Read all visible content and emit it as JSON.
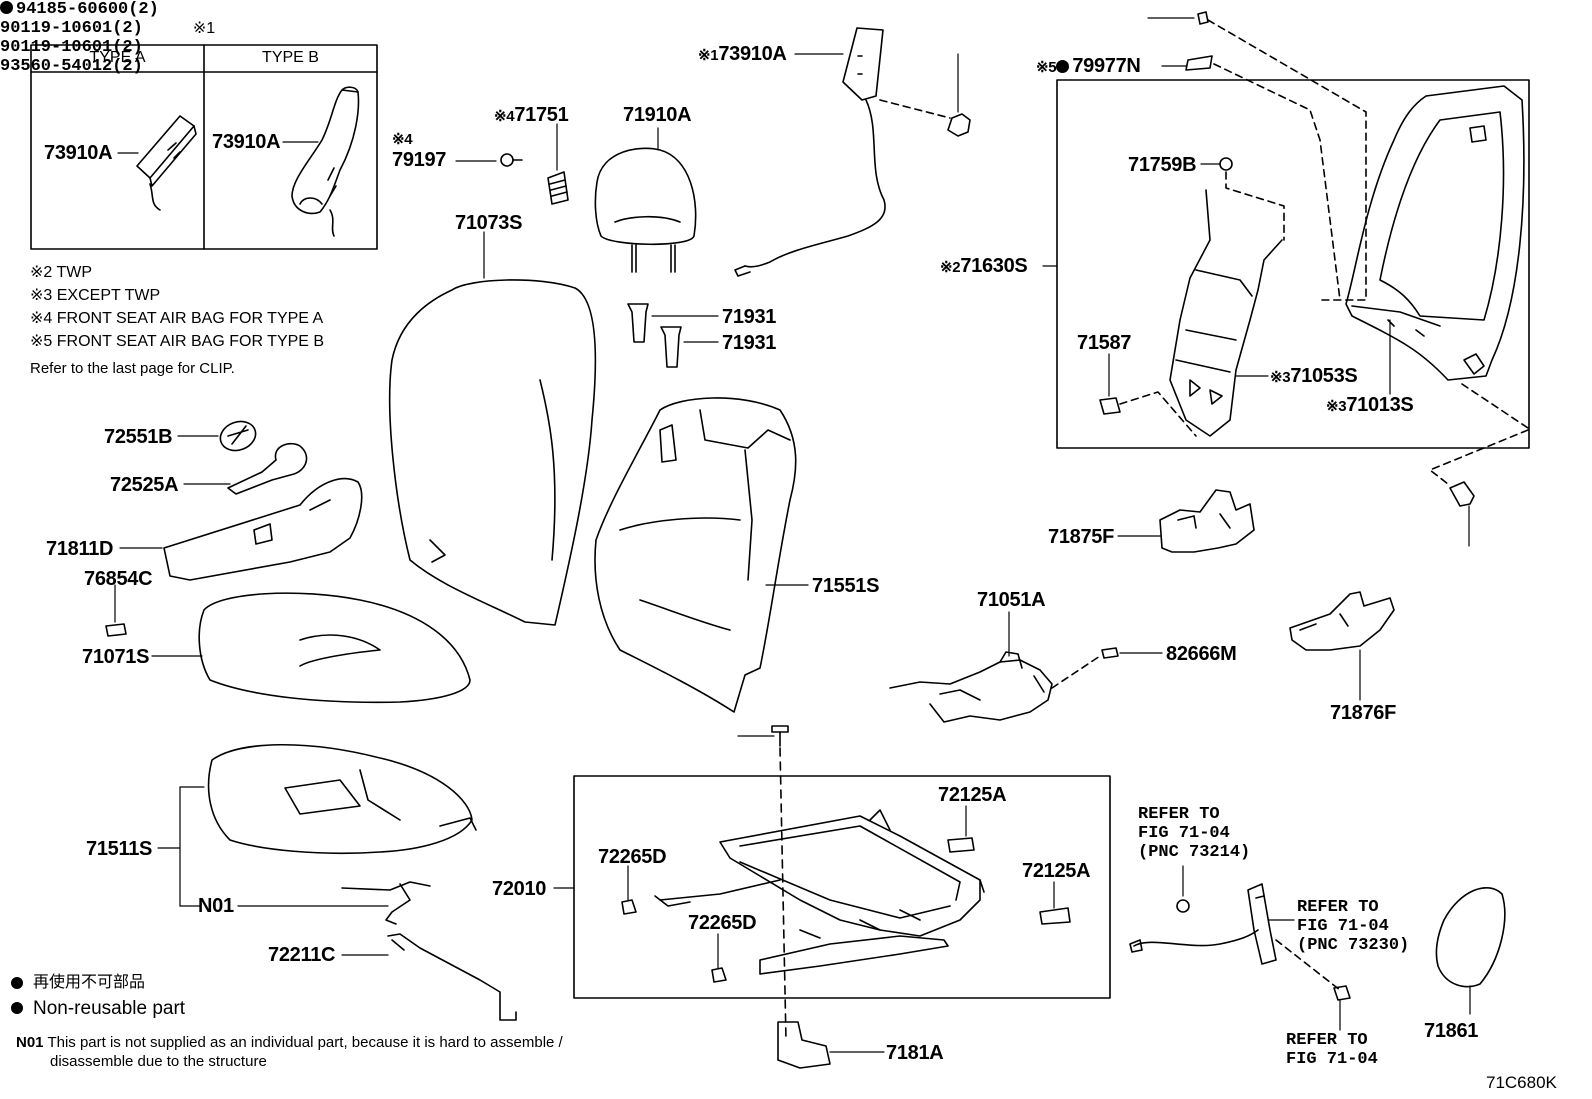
{
  "diagram": {
    "type_box": {
      "mark": "※1",
      "type_a": "TYPE A",
      "type_b": "TYPE B",
      "part_a": "73910A",
      "part_b": "73910A"
    },
    "notes": [
      "※2 TWP",
      "※3 EXCEPT TWP",
      "※4 FRONT SEAT AIR BAG FOR TYPE A",
      "※5 FRONT SEAT AIR BAG FOR TYPE B",
      "Refer to the last page for CLIP."
    ],
    "labels": {
      "p73910A": "73910A",
      "p73910A_mark": "※1",
      "p94185": "94185-60600(2)",
      "p90119_top": "90119-10601(2)",
      "p79977N": "79977N",
      "p79977N_mark": "※5",
      "p79197": "79197",
      "p79197_mark": "※4",
      "p71751": "71751",
      "p71751_mark": "※4",
      "p71910A": "71910A",
      "p71073S": "71073S",
      "p71931a": "71931",
      "p71931b": "71931",
      "p71759B": "71759B",
      "p71630S": "71630S",
      "p71630S_mark": "※2",
      "p71587": "71587",
      "p71053S": "71053S",
      "p71053S_mark": "※3",
      "p71013S": "71013S",
      "p71013S_mark": "※3",
      "p72551B": "72551B",
      "p72525A": "72525A",
      "p71811D": "71811D",
      "p76854C": "76854C",
      "p71071S": "71071S",
      "p71551S": "71551S",
      "p71875F": "71875F",
      "p90119_mid": "90119-10601(2)",
      "p71051A": "71051A",
      "p82666M": "82666M",
      "p71876F": "71876F",
      "p93560": "93560-54012(2)",
      "p72125A_a": "72125A",
      "p72125A_b": "72125A",
      "p72265D_a": "72265D",
      "p72265D_b": "72265D",
      "p72010": "72010",
      "p71511S": "71511S",
      "pN01": "N01",
      "p72211C": "72211C",
      "p7181A": "7181A",
      "p71861": "71861",
      "ref1": [
        "REFER TO",
        "FIG 71-04",
        "(PNC 73214)"
      ],
      "ref2": [
        "REFER TO",
        "FIG 71-04",
        "(PNC 73230)"
      ],
      "ref3": [
        "REFER TO",
        "FIG 71-04"
      ]
    },
    "legend": {
      "jp": "再使用不可部品",
      "en": "Non-reusable part"
    },
    "footnote": {
      "code": "N01",
      "line1": "This part is not supplied as an individual part, because it is hard to assemble /",
      "line2": "disassemble due to the structure"
    },
    "figure_id": "71C680K"
  }
}
